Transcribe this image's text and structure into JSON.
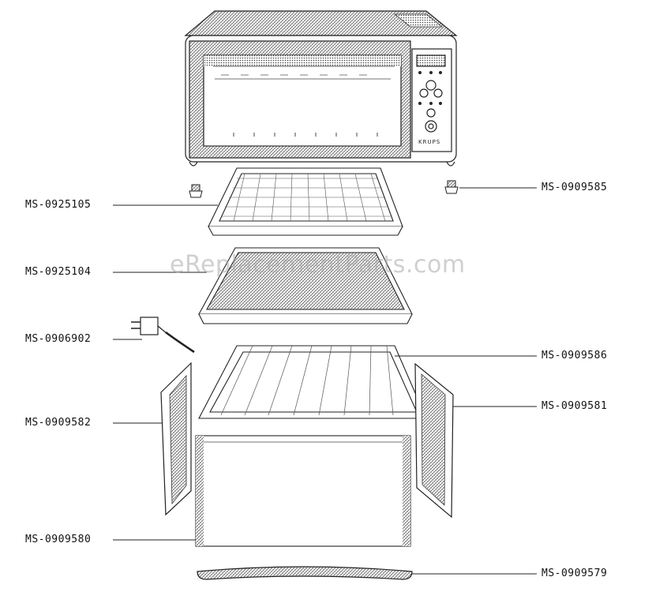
{
  "brand": "KRUPS",
  "watermark": "eReplacementParts.com",
  "parts": [
    {
      "part_number": "MS-0925105"
    },
    {
      "part_number": "MS-0925104"
    },
    {
      "part_number": "MS-0906902"
    },
    {
      "part_number": "MS-0909582"
    },
    {
      "part_number": "MS-0909580"
    },
    {
      "part_number": "MS-0909585"
    },
    {
      "part_number": "MS-0909586"
    },
    {
      "part_number": "MS-0909581"
    },
    {
      "part_number": "MS-0909579"
    }
  ],
  "colors": {
    "line": "#222222",
    "hatch": "#555555",
    "watermark": "#aaaaaa"
  }
}
